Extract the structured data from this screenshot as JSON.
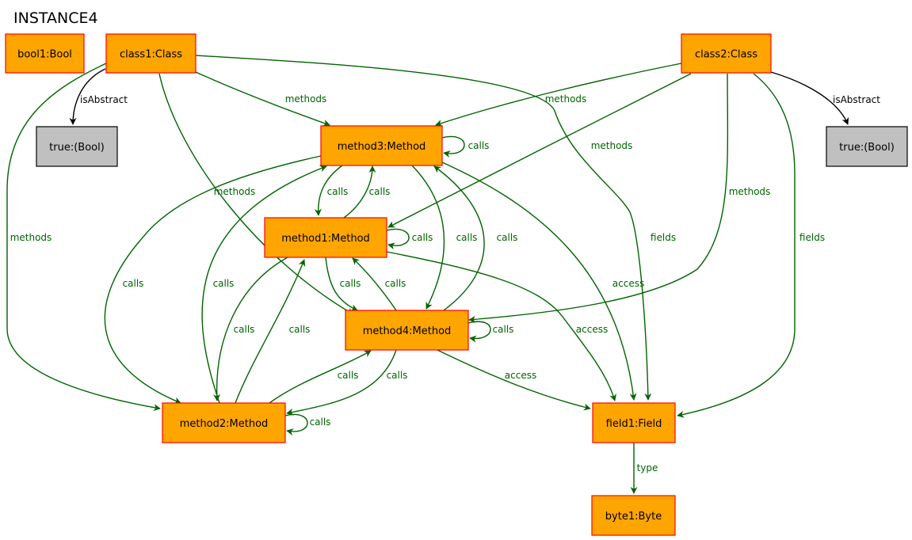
{
  "title": "INSTANCE4",
  "colors": {
    "object_fill": "#ffa500",
    "object_border": "#ff0000",
    "value_fill": "#c0c0c0",
    "value_border": "#000000",
    "relation_edge": "#006400",
    "attribute_edge": "#000000"
  },
  "nodes": [
    {
      "id": "bool1",
      "label": "bool1:Bool",
      "kind": "object"
    },
    {
      "id": "class1",
      "label": "class1:Class",
      "kind": "object"
    },
    {
      "id": "class2",
      "label": "class2:Class",
      "kind": "object"
    },
    {
      "id": "true1",
      "label": "true:(Bool)",
      "kind": "value"
    },
    {
      "id": "true2",
      "label": "true:(Bool)",
      "kind": "value"
    },
    {
      "id": "method3",
      "label": "method3:Method",
      "kind": "object"
    },
    {
      "id": "method1",
      "label": "method1:Method",
      "kind": "object"
    },
    {
      "id": "method4",
      "label": "method4:Method",
      "kind": "object"
    },
    {
      "id": "method2",
      "label": "method2:Method",
      "kind": "object"
    },
    {
      "id": "field1",
      "label": "field1:Field",
      "kind": "object"
    },
    {
      "id": "byte1",
      "label": "byte1:Byte",
      "kind": "object"
    }
  ],
  "edges": [
    {
      "id": "e1",
      "from": "class1",
      "to": "true1",
      "label": "isAbstract",
      "kind": "attribute"
    },
    {
      "id": "e2",
      "from": "class1",
      "to": "method3",
      "label": "methods",
      "kind": "relation"
    },
    {
      "id": "e3",
      "from": "class1",
      "to": "method4",
      "label": "methods",
      "kind": "relation"
    },
    {
      "id": "e4",
      "from": "class1",
      "to": "method2",
      "label": "methods",
      "kind": "relation"
    },
    {
      "id": "e5",
      "from": "class1",
      "to": "field1",
      "label": "fields",
      "kind": "relation"
    },
    {
      "id": "e6",
      "from": "class2",
      "to": "true2",
      "label": "isAbstract",
      "kind": "attribute"
    },
    {
      "id": "e7",
      "from": "class2",
      "to": "method3",
      "label": "methods",
      "kind": "relation"
    },
    {
      "id": "e8",
      "from": "class2",
      "to": "method1",
      "label": "methods",
      "kind": "relation"
    },
    {
      "id": "e9",
      "from": "class2",
      "to": "method4",
      "label": "methods",
      "kind": "relation"
    },
    {
      "id": "e10",
      "from": "class2",
      "to": "field1",
      "label": "fields",
      "kind": "relation"
    },
    {
      "id": "e11",
      "from": "method3",
      "to": "method3",
      "label": "calls",
      "kind": "relation"
    },
    {
      "id": "e12",
      "from": "method3",
      "to": "method1",
      "label": "calls",
      "kind": "relation"
    },
    {
      "id": "e13",
      "from": "method1",
      "to": "method3",
      "label": "calls",
      "kind": "relation"
    },
    {
      "id": "e14",
      "from": "method3",
      "to": "method4",
      "label": "calls",
      "kind": "relation"
    },
    {
      "id": "e15",
      "from": "method4",
      "to": "method3",
      "label": "calls",
      "kind": "relation"
    },
    {
      "id": "e16",
      "from": "method3",
      "to": "method2",
      "label": "calls",
      "kind": "relation"
    },
    {
      "id": "e17",
      "from": "method2",
      "to": "method3",
      "label": "calls",
      "kind": "relation"
    },
    {
      "id": "e18",
      "from": "method3",
      "to": "field1",
      "label": "access",
      "kind": "relation"
    },
    {
      "id": "e19",
      "from": "method1",
      "to": "method1",
      "label": "calls",
      "kind": "relation"
    },
    {
      "id": "e20",
      "from": "method1",
      "to": "method4",
      "label": "calls",
      "kind": "relation"
    },
    {
      "id": "e21",
      "from": "method4",
      "to": "method1",
      "label": "calls",
      "kind": "relation"
    },
    {
      "id": "e22",
      "from": "method1",
      "to": "method2",
      "label": "calls",
      "kind": "relation"
    },
    {
      "id": "e23",
      "from": "method2",
      "to": "method1",
      "label": "calls",
      "kind": "relation"
    },
    {
      "id": "e24",
      "from": "method1",
      "to": "field1",
      "label": "access",
      "kind": "relation"
    },
    {
      "id": "e25",
      "from": "method4",
      "to": "method4",
      "label": "calls",
      "kind": "relation"
    },
    {
      "id": "e26",
      "from": "method2",
      "to": "method4",
      "label": "calls",
      "kind": "relation"
    },
    {
      "id": "e27",
      "from": "method4",
      "to": "method2",
      "label": "calls",
      "kind": "relation"
    },
    {
      "id": "e28",
      "from": "method4",
      "to": "field1",
      "label": "access",
      "kind": "relation"
    },
    {
      "id": "e29",
      "from": "method2",
      "to": "method2",
      "label": "calls",
      "kind": "relation"
    },
    {
      "id": "e30",
      "from": "field1",
      "to": "byte1",
      "label": "type",
      "kind": "relation"
    }
  ]
}
